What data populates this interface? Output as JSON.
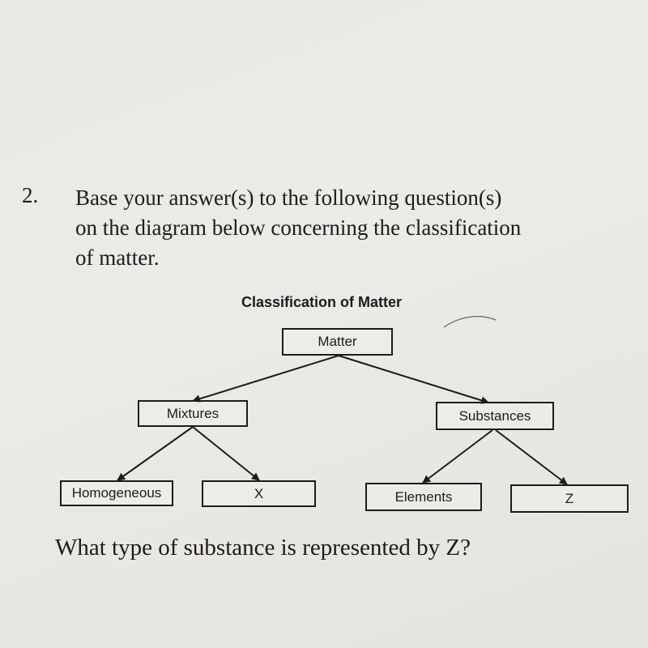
{
  "question": {
    "number": "2.",
    "lines": [
      "Base your answer(s) to the following question(s)",
      "on the diagram below concerning the classification",
      "of matter."
    ]
  },
  "diagram": {
    "title": "Classification of Matter",
    "nodes": {
      "matter": "Matter",
      "mixtures": "Mixtures",
      "substances": "Substances",
      "homogeneous": "Homogeneous",
      "x": "X",
      "elements": "Elements",
      "z": "Z"
    }
  },
  "prompt": "What type of substance is represented by Z?"
}
